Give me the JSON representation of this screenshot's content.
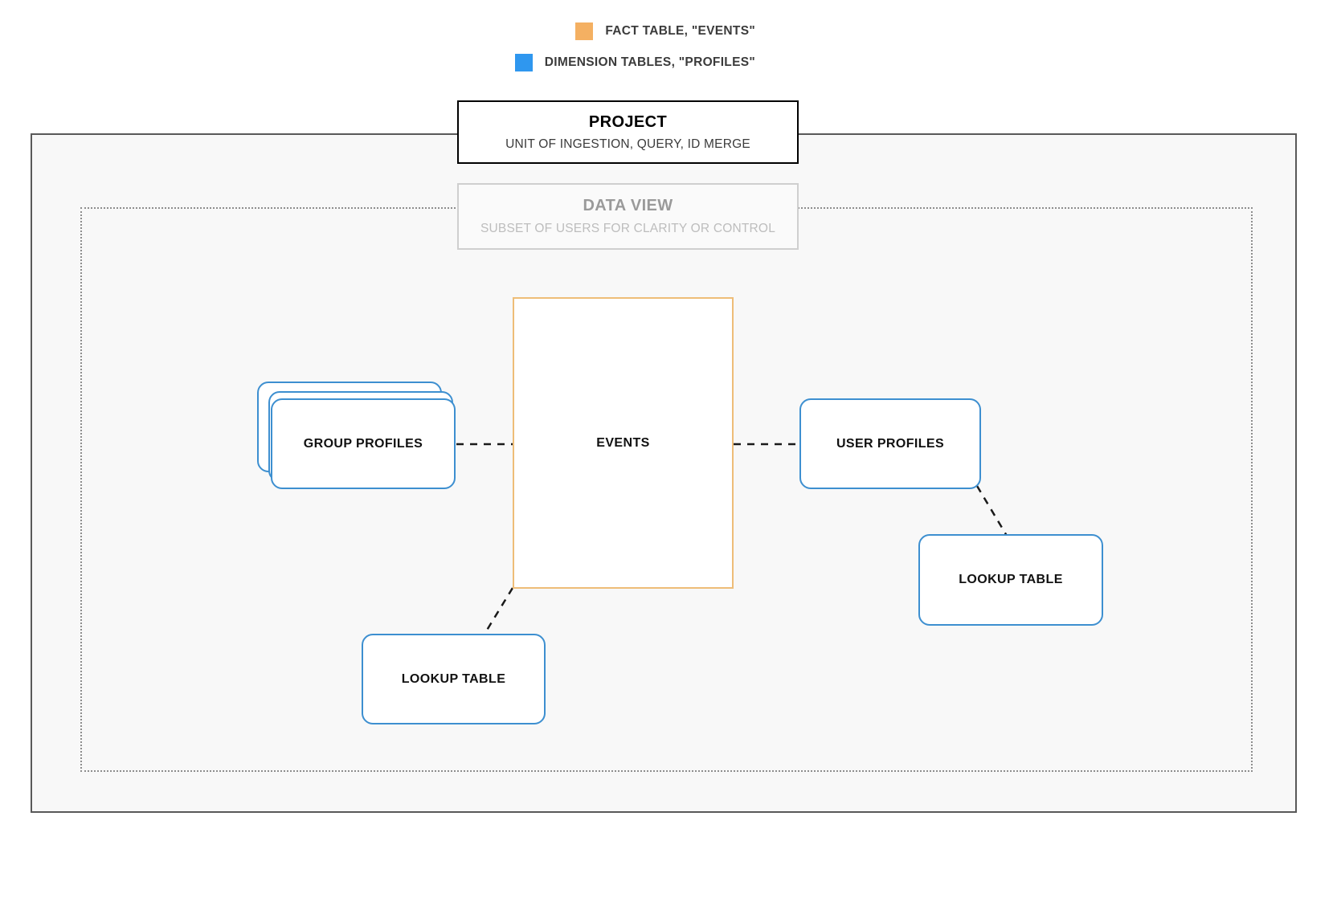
{
  "legend": {
    "items": [
      {
        "label": "FACT TABLE, \"EVENTS\"",
        "color": "#f4b062",
        "icon": "square-swatch-icon"
      },
      {
        "label": "DIMENSION TABLES, \"PROFILES\"",
        "color": "#2f97ef",
        "icon": "square-swatch-icon"
      }
    ]
  },
  "project": {
    "title": "PROJECT",
    "subtitle": "UNIT OF INGESTION, QUERY, ID MERGE",
    "border_color": "#000000"
  },
  "data_view": {
    "title": "DATA VIEW",
    "subtitle": "SUBSET OF USERS FOR CLARITY OR CONTROL",
    "border_color": "#cfcfcf",
    "text_color": "#9a9a9a"
  },
  "fact_table": {
    "label": "EVENTS",
    "border_color": "#eebd78"
  },
  "dimension_tables": {
    "border_color": "#3d8fd0",
    "group_profiles": {
      "label": "GROUP PROFILES",
      "stack_count": 3
    },
    "user_profiles": {
      "label": "USER PROFILES"
    },
    "lookup_table_right": {
      "label": "LOOKUP TABLE"
    },
    "lookup_table_bottom": {
      "label": "LOOKUP TABLE"
    }
  },
  "connectors": {
    "style": "dashed",
    "color": "#1a1a1a",
    "links": [
      {
        "from": "GROUP PROFILES",
        "to": "EVENTS"
      },
      {
        "from": "EVENTS",
        "to": "USER PROFILES"
      },
      {
        "from": "USER PROFILES",
        "to": "LOOKUP TABLE"
      },
      {
        "from": "EVENTS",
        "to": "LOOKUP TABLE"
      }
    ]
  }
}
